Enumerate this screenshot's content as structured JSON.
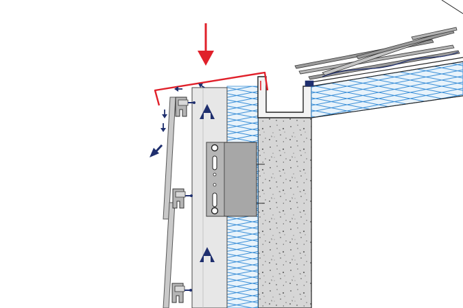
{
  "diagram": {
    "type": "architectural-section-detail",
    "colors": {
      "flashing": "#e0202a",
      "rain_arrow": "#e0202a",
      "airflow_arrow": "#1f2f6e",
      "insulation_fill": "#e8f3fb",
      "insulation_zigzag": "#3a8fd8",
      "concrete": "#d6d6d6",
      "cladding_panel": "#c9c9c9",
      "bracket": "#a7a7a7",
      "roof_tile": "#9a9a9a",
      "outline": "#222222"
    },
    "components": [
      "rain-arrow",
      "parapet-flashing",
      "cladding-panels",
      "panel-clips",
      "ventilation-cavity",
      "wall-bracket",
      "facade-insulation",
      "concrete-wall",
      "gutter",
      "roof-insulation",
      "roof-tiles"
    ],
    "airflow_arrows": [
      "up",
      "up",
      "up",
      "drip-down",
      "drip-down",
      "outflow-down-left",
      "cavity-exit-left",
      "cavity-exit-up-left"
    ]
  }
}
